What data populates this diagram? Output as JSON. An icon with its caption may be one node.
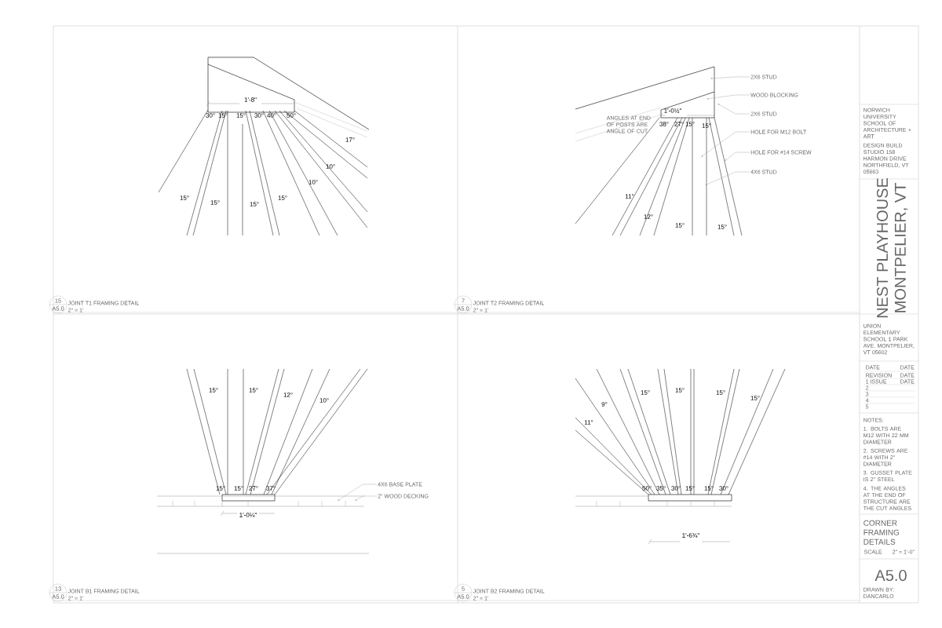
{
  "diagram": {
    "nodes": [
      {
        "text": [
          "2X6 STUD"
        ]
      },
      {
        "text": [
          "WOOD BLOCKING"
        ]
      },
      {
        "text": [
          "2X6 STUD"
        ]
      },
      {
        "text": [
          "HOLE FOR M12 BOLT"
        ]
      },
      {
        "text": [
          "HOLE FOR #14 SCREW"
        ]
      },
      {
        "text": [
          "4X6 STUD"
        ]
      },
      {
        "text": [
          "4X6 BASE PLATE"
        ]
      },
      {
        "text": [
          "2\" WOOD DECKING"
        ]
      }
    ],
    "edges": [
      {
        "from": 0,
        "to": null,
        "arrow": "to"
      },
      {
        "from": 1,
        "to": null,
        "arrow": "to"
      },
      {
        "from": 2,
        "to": null,
        "arrow": "to"
      },
      {
        "from": 3,
        "to": null,
        "arrow": "to"
      },
      {
        "from": 4,
        "to": null,
        "arrow": "to"
      },
      {
        "from": 5,
        "to": null,
        "arrow": "to"
      },
      {
        "from": 6,
        "to": null,
        "arrow": "to"
      },
      {
        "from": 7,
        "to": null,
        "arrow": "to"
      }
    ],
    "labels": [
      "1'-8\"",
      "30°",
      "15°",
      "15°",
      "30°",
      "40°",
      "50°",
      "17°",
      "10°",
      "10°",
      "15°",
      "15°",
      "15°",
      "15°",
      "15",
      "A5.0",
      "JOINT T1 FRAMING DETAIL",
      "2\" = 1'",
      "ANGLES AT END OF POSTS ARE ANGLE OF CUT",
      "1'-0½\"",
      "38°",
      "27°",
      "15°",
      "15°",
      "11°",
      "12°",
      "15°",
      "15°",
      "7",
      "A5.0",
      "JOINT T2 FRAMING DETAIL",
      "2\" = 1'",
      "15°",
      "15°",
      "12°",
      "10°",
      "15°",
      "15°",
      "27°",
      "37°",
      "1'-0¼\"",
      "13",
      "A5.0",
      "JOINT B1 FRAMING DETAIL",
      "2\" = 1'",
      "11°",
      "9°",
      "15°",
      "15°",
      "15°",
      "15°",
      "50°",
      "35°",
      "30°",
      "15°",
      "15°",
      "30°",
      "1'-6¾\"",
      "5",
      "A5.0",
      "JOINT B2 FRAMING DETAIL",
      "2\" = 1'",
      "NORWICH UNIVERSITY SCHOOL OF ARCHITECTURE + ART",
      "DESIGN BUILD STUDIO 158 HARMON DRIVE NORTHFIELD, VT 05663",
      "NEST PLAYHOUSE",
      "MONTPELIER, VT",
      "UNION ELEMENTARY SCHOOL 1 PARK AVE. MONTPELIER, VT 05602",
      "DATE",
      "DATE",
      "REVISION",
      "DATE",
      "1 ISSUE",
      "DATE",
      "2",
      "3",
      "4",
      "5",
      "NOTES:",
      "1. BOLTS ARE M12 WITH 22 MM DIAMETER",
      "2. SCREWS ARE #14 WITH 2\" DIAMETER",
      "3. GUSSET PLATE IS 2\" STEEL",
      "4. THE ANGLES AT THE END OF STRUCTURE ARE THE CUT ANGLES",
      "CORNER FRAMING DETAILS",
      "SCALE",
      "2\" = 1'-0\"",
      "A5.0",
      "DRAWN BY: DANCARLO"
    ]
  }
}
